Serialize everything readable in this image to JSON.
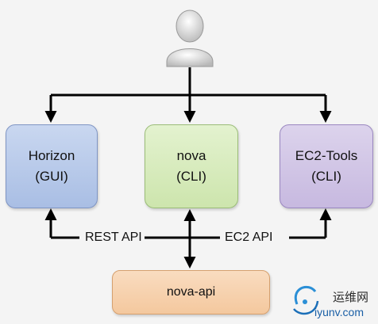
{
  "diagram": {
    "boxes": {
      "horizon": {
        "line1": "Horizon",
        "line2": "(GUI)"
      },
      "nova": {
        "line1": "nova",
        "line2": "(CLI)"
      },
      "ec2_tools": {
        "line1": "EC2-Tools",
        "line2": "(CLI)"
      },
      "nova_api": {
        "label": "nova-api"
      }
    },
    "edge_labels": {
      "rest_api": "REST API",
      "ec2_api": "EC2 API"
    },
    "user_icon": "user-silhouette-icon"
  },
  "watermark": {
    "cn": "运维网",
    "url": "iyunv.com"
  },
  "colors": {
    "horizon_fill": "#b9cbea",
    "nova_fill": "#d8ecbe",
    "ec2_fill": "#d2c6e6",
    "nova_api_fill": "#f6d2b0",
    "connector": "#000000"
  }
}
